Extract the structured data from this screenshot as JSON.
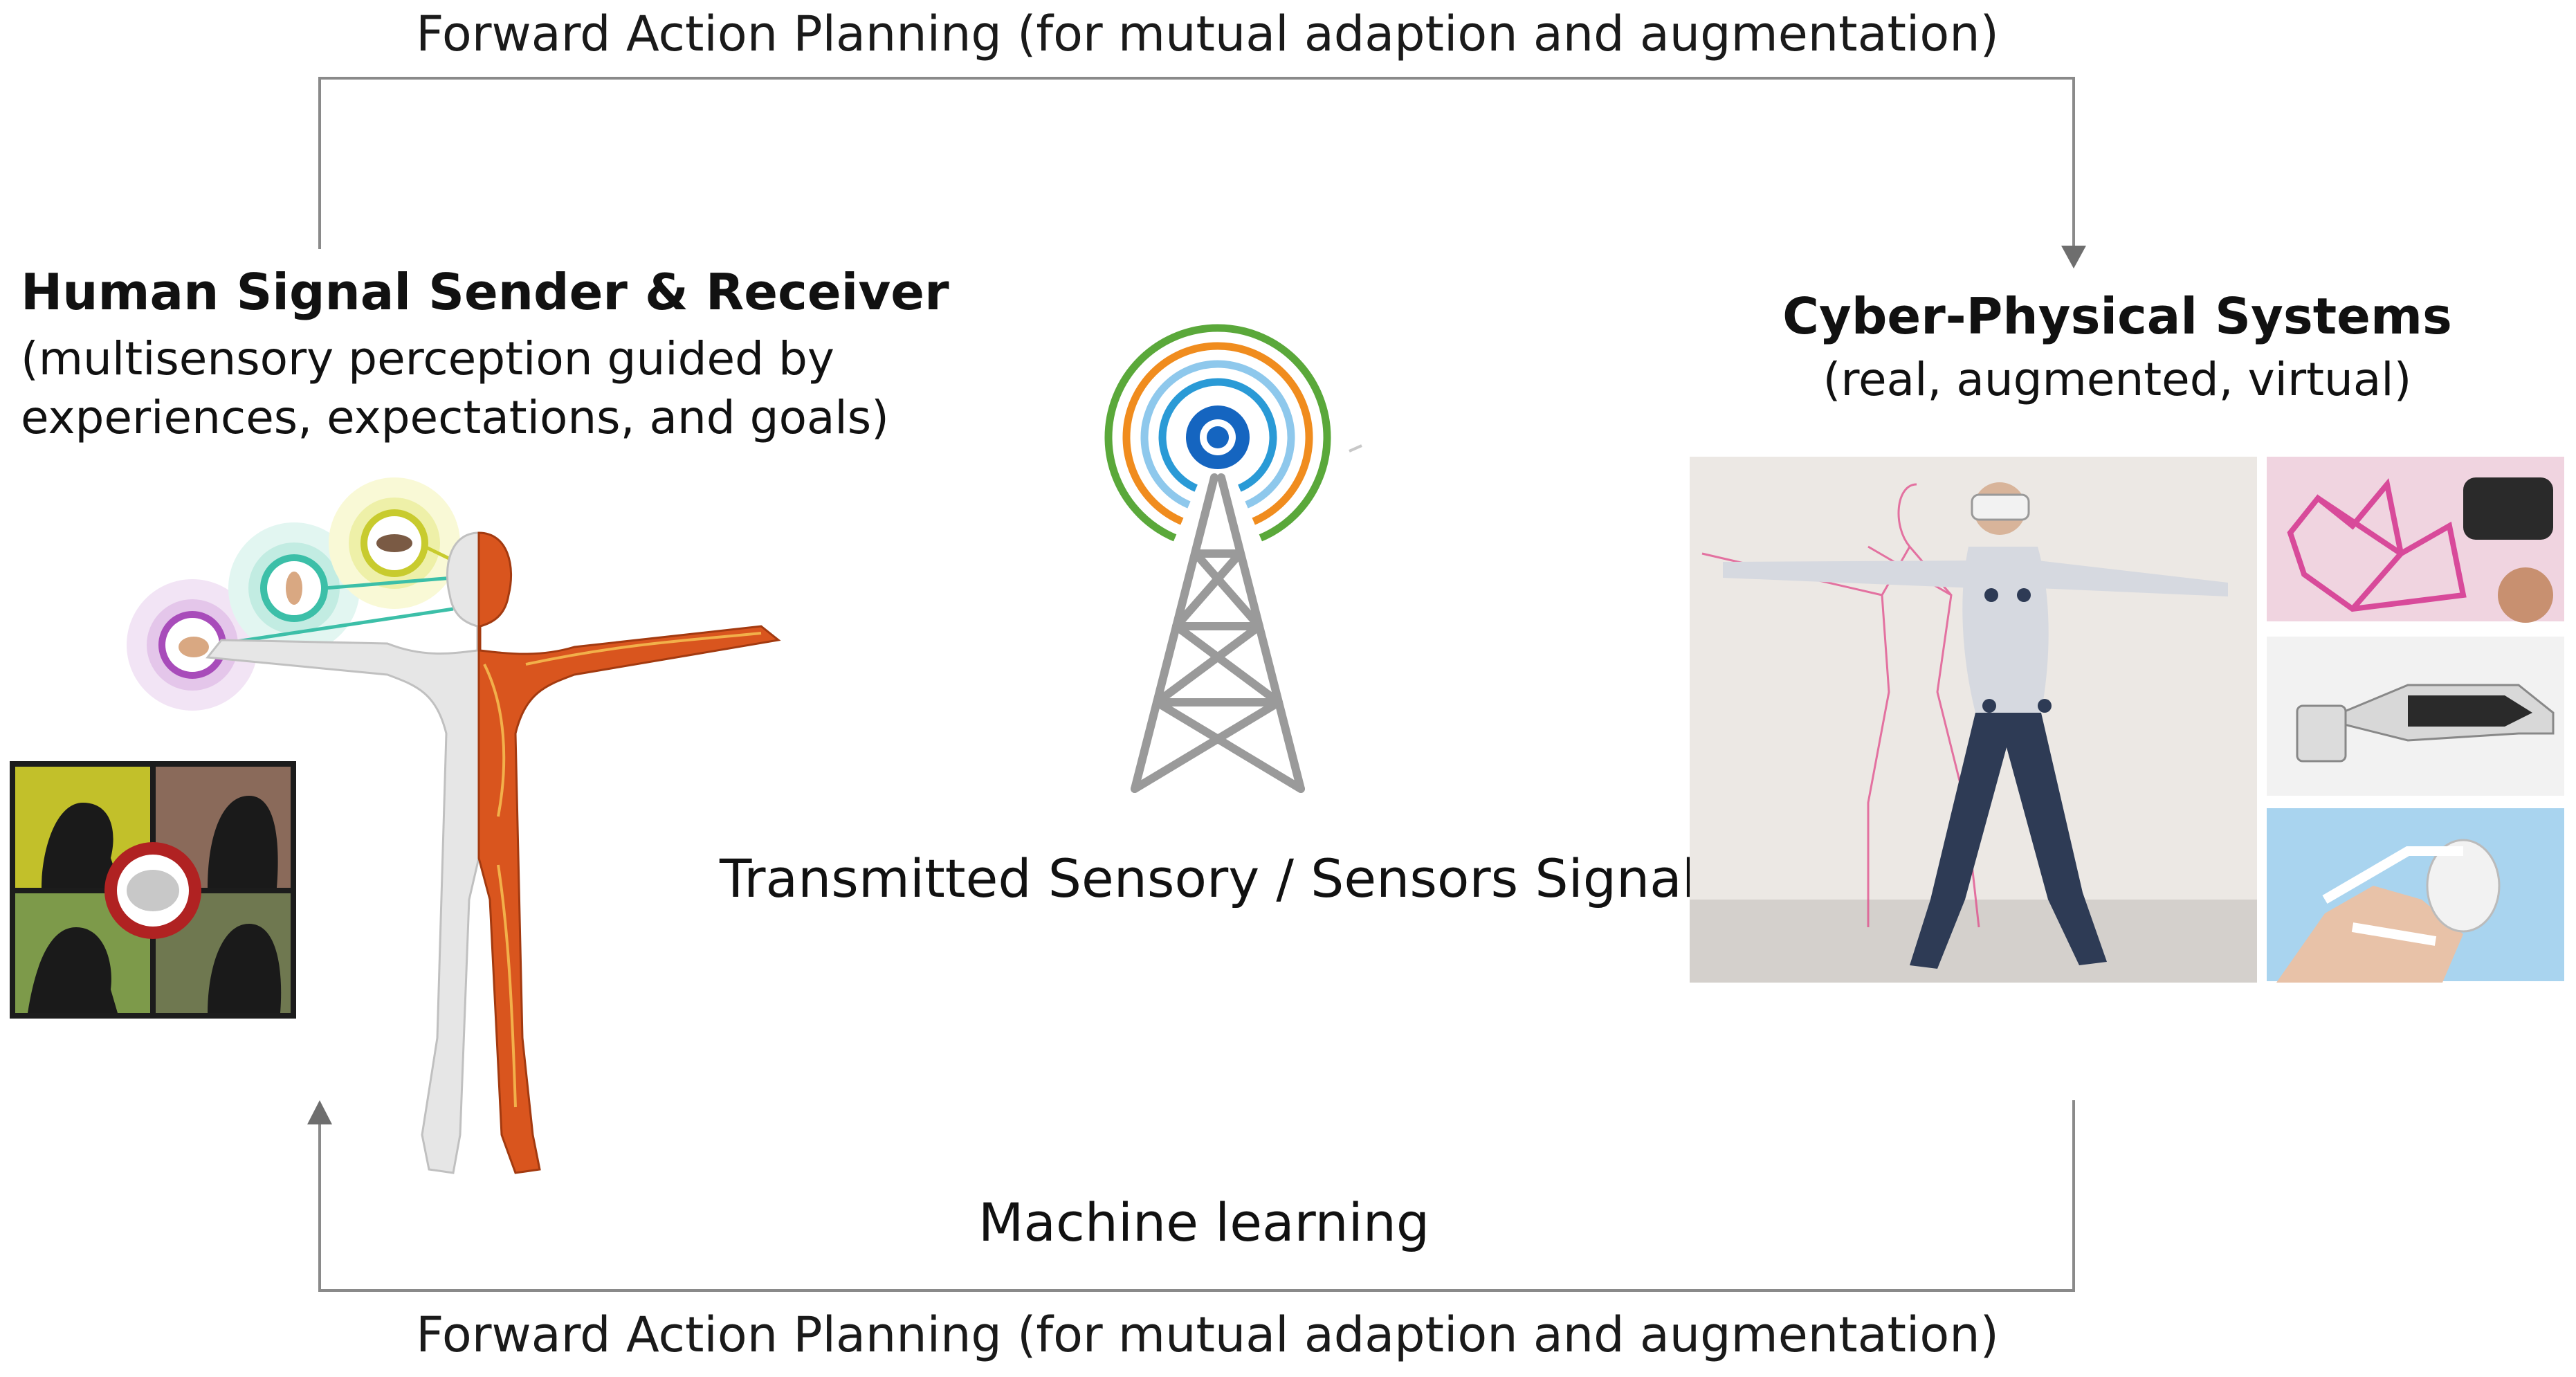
{
  "arrows": {
    "top_label": "Forward Action Planning (for mutual adaption and augmentation)",
    "bottom_label": "Forward Action Planning (for mutual adaption and augmentation)",
    "machine_learning_label": "Machine learning"
  },
  "human": {
    "title": "Human Signal Sender & Receiver",
    "subtitle_line1": "(multisensory perception guided by",
    "subtitle_line2": "experiences, expectations, and goals)"
  },
  "cps": {
    "title": "Cyber-Physical Systems",
    "subtitle": "(real, augmented, virtual)"
  },
  "signal": {
    "label": "Transmitted Sensory / Sensors Signals"
  },
  "colors": {
    "arrow_line": "#8a8a8a",
    "tower_gray": "#9a9a9a",
    "ring_green": "#5aa83a",
    "ring_orange": "#f08c1e",
    "ring_light_blue": "#8ec8ec",
    "ring_blue": "#2a9ad6",
    "ring_center": "#1565c0",
    "muscle": "#d9551e",
    "skin_white": "#e6e6e6"
  }
}
